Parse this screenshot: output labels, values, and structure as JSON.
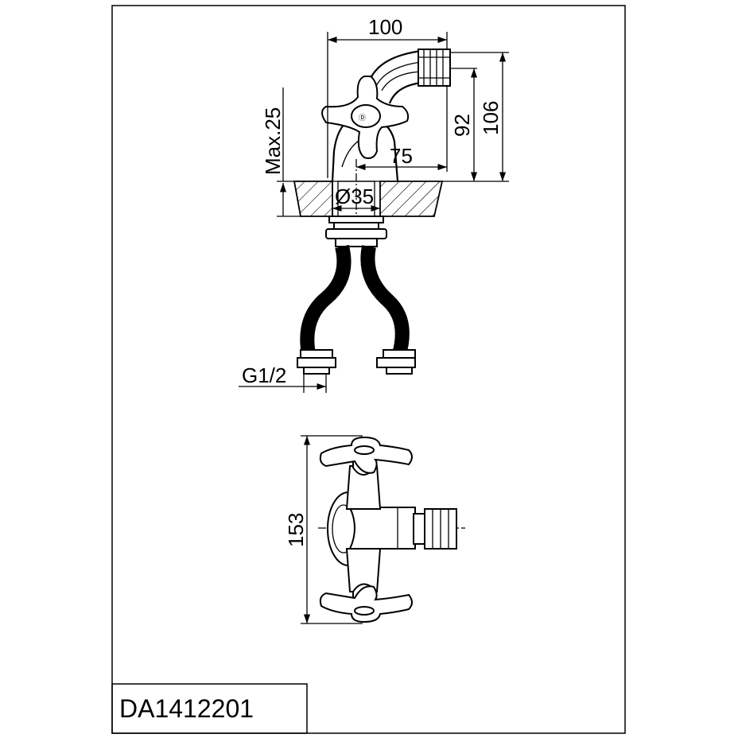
{
  "drawing": {
    "model_code": "DA1412201",
    "dimensions": {
      "width_top": "100",
      "height_total": "106",
      "height_spout": "92",
      "spout_reach": "75",
      "max_deck": "Max.25",
      "hole_diameter": "Ø35",
      "thread": "G1/2",
      "plan_length": "153"
    }
  }
}
